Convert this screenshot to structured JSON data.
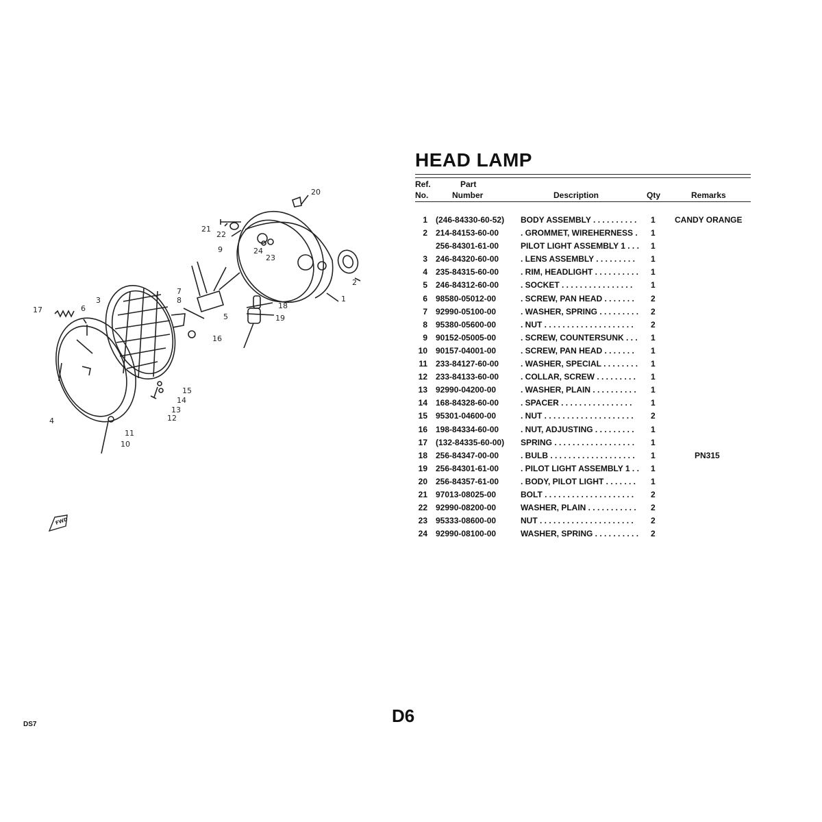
{
  "title": "HEAD LAMP",
  "headers": {
    "ref_line1": "Ref.",
    "ref_line2": "No.",
    "part_line1": "Part",
    "part_line2": "Number",
    "description": "Description",
    "qty": "Qty",
    "remarks": "Remarks"
  },
  "parts": [
    {
      "ref": "1",
      "part": "(246-84330-60-52)",
      "desc": "BODY ASSEMBLY  . . . . . . . . . .",
      "qty": "1",
      "remarks": "CANDY ORANGE"
    },
    {
      "ref": "2",
      "part": "214-84153-60-00",
      "desc": ". GROMMET, WIREHERNESS   .",
      "qty": "1",
      "remarks": ""
    },
    {
      "ref": "",
      "part": "256-84301-61-00",
      "desc": "PILOT LIGHT ASSEMBLY 1  . . .",
      "qty": "1",
      "remarks": ""
    },
    {
      "ref": "3",
      "part": "246-84320-60-00",
      "desc": ". LENS ASSEMBLY  . . . . . . . . .",
      "qty": "1",
      "remarks": ""
    },
    {
      "ref": "4",
      "part": "235-84315-60-00",
      "desc": ". RIM, HEADLIGHT  . . . . . . . . . .",
      "qty": "1",
      "remarks": ""
    },
    {
      "ref": "5",
      "part": "246-84312-60-00",
      "desc": ". SOCKET  . . . . . . . . . . . . . . . .",
      "qty": "1",
      "remarks": ""
    },
    {
      "ref": "6",
      "part": "98580-05012-00",
      "desc": ". SCREW, PAN HEAD  . . . . . . .",
      "qty": "2",
      "remarks": ""
    },
    {
      "ref": "7",
      "part": "92990-05100-00",
      "desc": ". WASHER, SPRING  . . . . . . . . .",
      "qty": "2",
      "remarks": ""
    },
    {
      "ref": "8",
      "part": "95380-05600-00",
      "desc": ". NUT  . . . . . . . . . . . . . . . . . . . .",
      "qty": "2",
      "remarks": ""
    },
    {
      "ref": "9",
      "part": "90152-05005-00",
      "desc": ". SCREW, COUNTERSUNK  . . .",
      "qty": "1",
      "remarks": ""
    },
    {
      "ref": "10",
      "part": "90157-04001-00",
      "desc": ". SCREW, PAN HEAD  . . . . . . .",
      "qty": "1",
      "remarks": ""
    },
    {
      "ref": "11",
      "part": "233-84127-60-00",
      "desc": ". WASHER, SPECIAL  . . . . . . . .",
      "qty": "1",
      "remarks": ""
    },
    {
      "ref": "12",
      "part": "233-84133-60-00",
      "desc": ". COLLAR, SCREW  . . . . . . . . .",
      "qty": "1",
      "remarks": ""
    },
    {
      "ref": "13",
      "part": "92990-04200-00",
      "desc": ". WASHER, PLAIN  . . . . . . . . . .",
      "qty": "1",
      "remarks": ""
    },
    {
      "ref": "14",
      "part": "168-84328-60-00",
      "desc": ". SPACER  . . . . . . . . . . . . . . . .",
      "qty": "1",
      "remarks": ""
    },
    {
      "ref": "15",
      "part": "95301-04600-00",
      "desc": ". NUT  . . . . . . . . . . . . . . . . . . . .",
      "qty": "2",
      "remarks": ""
    },
    {
      "ref": "16",
      "part": "198-84334-60-00",
      "desc": ". NUT, ADJUSTING  . . . . . . . . .",
      "qty": "1",
      "remarks": ""
    },
    {
      "ref": "17",
      "part": "(132-84335-60-00)",
      "desc": "SPRING  . . . . . . . . . . . . . . . . . .",
      "qty": "1",
      "remarks": ""
    },
    {
      "ref": "18",
      "part": "256-84347-00-00",
      "desc": ". BULB  . . . . . . . . . . . . . . . . . . .",
      "qty": "1",
      "remarks": "PN315"
    },
    {
      "ref": "19",
      "part": "256-84301-61-00",
      "desc": ". PILOT LIGHT ASSEMBLY 1  . .",
      "qty": "1",
      "remarks": ""
    },
    {
      "ref": "20",
      "part": "256-84357-61-00",
      "desc": ". BODY, PILOT LIGHT  . . . . . . .",
      "qty": "1",
      "remarks": ""
    },
    {
      "ref": "21",
      "part": "97013-08025-00",
      "desc": "BOLT  . . . . . . . . . . . . . . . . . . . .",
      "qty": "2",
      "remarks": ""
    },
    {
      "ref": "22",
      "part": "92990-08200-00",
      "desc": "WASHER, PLAIN  . . . . . . . . . . .",
      "qty": "2",
      "remarks": ""
    },
    {
      "ref": "23",
      "part": "95333-08600-00",
      "desc": "NUT  . . . . . . . . . . . . . . . . . . . . .",
      "qty": "2",
      "remarks": ""
    },
    {
      "ref": "24",
      "part": "92990-08100-00",
      "desc": "WASHER, SPRING  . . . . . . . . . .",
      "qty": "2",
      "remarks": ""
    }
  ],
  "diagram": {
    "callouts": [
      "1",
      "2",
      "3",
      "4",
      "5",
      "6",
      "7",
      "8",
      "9",
      "10",
      "11",
      "12",
      "13",
      "14",
      "15",
      "16",
      "17",
      "18",
      "19",
      "20",
      "21",
      "22",
      "23",
      "24"
    ],
    "fwd_marker": "FWD"
  },
  "page_number": "D6",
  "footer_code": "DS7"
}
